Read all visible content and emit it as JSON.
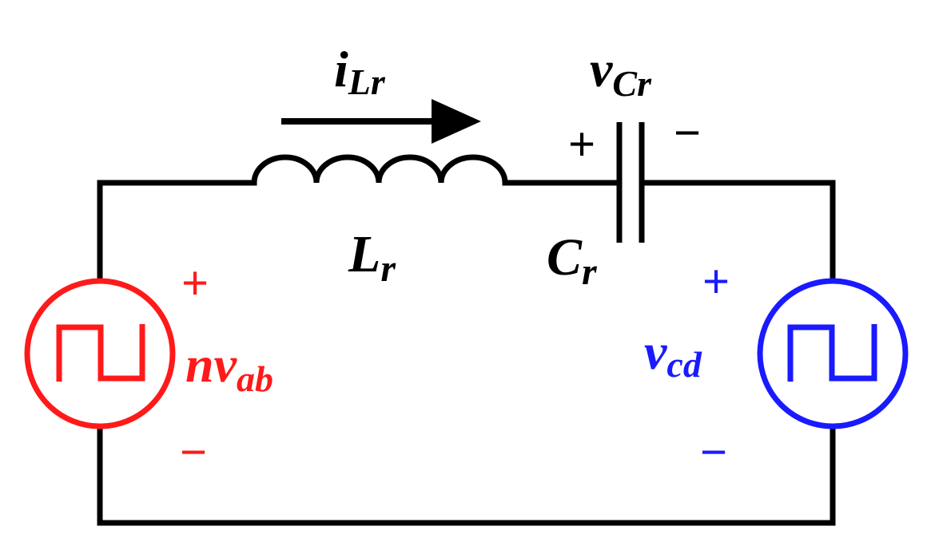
{
  "colors": {
    "wire": "#000000",
    "source_primary": "#ff1a1a",
    "source_secondary": "#1a1aff",
    "background": "#ffffff"
  },
  "labels": {
    "current": {
      "main": "i",
      "sub": "Lr"
    },
    "inductor": {
      "main": "L",
      "sub": "r"
    },
    "capacitor": {
      "main": "C",
      "sub": "r"
    },
    "capacitor_voltage": {
      "main": "v",
      "sub": "Cr",
      "plus": "+",
      "minus": "−"
    },
    "source_left": {
      "main": "nv",
      "sub": "ab",
      "plus": "+",
      "minus": "−"
    },
    "source_right": {
      "main": "v",
      "sub": "cd",
      "plus": "+",
      "minus": "−"
    }
  },
  "icons": {
    "source_left": "square-wave-source-icon",
    "source_right": "square-wave-source-icon",
    "current_arrow": "arrow-right-icon"
  }
}
